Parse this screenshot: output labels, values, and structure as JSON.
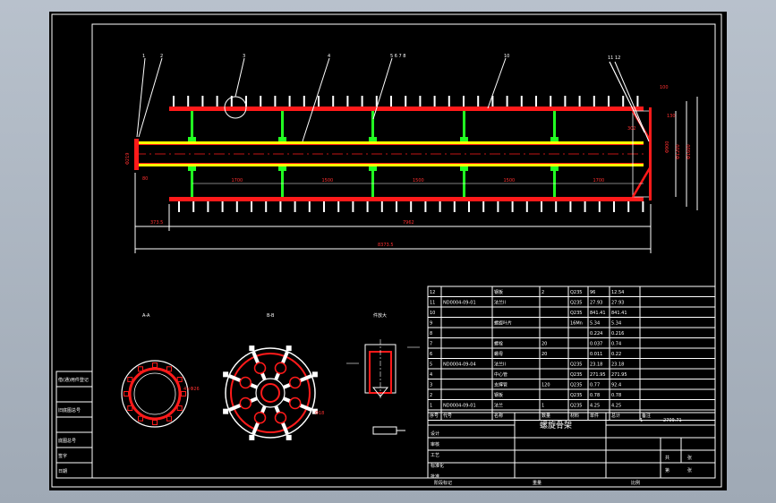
{
  "title_block": {
    "drawing_title": "螺旋骨架",
    "scale": "1",
    "code_top": "2709.71",
    "row_labels": [
      "设计",
      "审核",
      "工艺",
      "标准化",
      "批准"
    ],
    "right_labels": [
      "共",
      "张",
      "第",
      "张"
    ],
    "bottom_labels": [
      "阶段标记",
      "重量",
      "比例"
    ]
  },
  "bom": {
    "rows": [
      {
        "no": "12",
        "code": "",
        "name": "钢板",
        "qty": "2",
        "material": "Q235",
        "unit": "96",
        "total": "12.54"
      },
      {
        "no": "11",
        "code": "ND0004-09-01",
        "name": "法兰II",
        "qty": "",
        "material": "Q235",
        "unit": "27.93",
        "total": "27.93"
      },
      {
        "no": "10",
        "code": "",
        "name": "",
        "qty": "",
        "material": "Q235",
        "unit": "841.41",
        "total": "841.41"
      },
      {
        "no": "9",
        "code": "",
        "name": "螺旋叶片",
        "qty": "",
        "material": "16Mn",
        "unit": "5.34",
        "total": "5.34"
      },
      {
        "no": "8",
        "code": "",
        "name": "",
        "qty": "",
        "material": "",
        "unit": "0.224",
        "total": "0.216"
      },
      {
        "no": "7",
        "code": "",
        "name": "螺栓",
        "qty": "20",
        "material": "",
        "unit": "0.037",
        "total": "0.74"
      },
      {
        "no": "6",
        "code": "",
        "name": "螺母",
        "qty": "20",
        "material": "",
        "unit": "0.011",
        "total": "0.22"
      },
      {
        "no": "5",
        "code": "ND0004-09-04",
        "name": "法兰II",
        "qty": "",
        "material": "Q235",
        "unit": "23.18",
        "total": "23.18"
      },
      {
        "no": "4",
        "code": "",
        "name": "中心管",
        "qty": "",
        "material": "Q235",
        "unit": "271.95",
        "total": "271.95"
      },
      {
        "no": "3",
        "code": "",
        "name": "支撑管",
        "qty": "120",
        "material": "Q235",
        "unit": "0.77",
        "total": "92.4"
      },
      {
        "no": "2",
        "code": "",
        "name": "钢板",
        "qty": "",
        "material": "Q235",
        "unit": "0.78",
        "total": "0.78"
      },
      {
        "no": "1",
        "code": "ND0004-09-01",
        "name": "法兰",
        "qty": "1",
        "material": "Q235",
        "unit": "4.25",
        "total": "4.25"
      }
    ],
    "header": [
      "序号",
      "代号",
      "名称",
      "数量",
      "材料",
      "单件",
      "总计",
      "备注"
    ]
  },
  "left_block": {
    "labels": [
      "借(通)用件登记",
      "",
      "旧底图总号",
      "",
      "底图总号",
      "签字",
      "日期"
    ]
  },
  "dimensions": {
    "spacing": [
      "1700",
      "1500",
      "1500",
      "1500",
      "1700"
    ],
    "overall": "8373.5",
    "span": "7962",
    "left_offset": "373.5",
    "diameter_left": "Φ219",
    "dim_80": "80",
    "right_dims": [
      "Φ1600",
      "Φ1200",
      "Φ900",
      "130",
      "100",
      "302"
    ]
  },
  "views": {
    "view_a": "A-A",
    "view_b": "B-B",
    "detail": "件放大",
    "label_4": "4×Φ26",
    "label_18": "Φ18"
  },
  "colors": {
    "red": "#ff1a1a",
    "yellow": "#ffff00",
    "green": "#22ff22",
    "white": "#ffffff"
  }
}
